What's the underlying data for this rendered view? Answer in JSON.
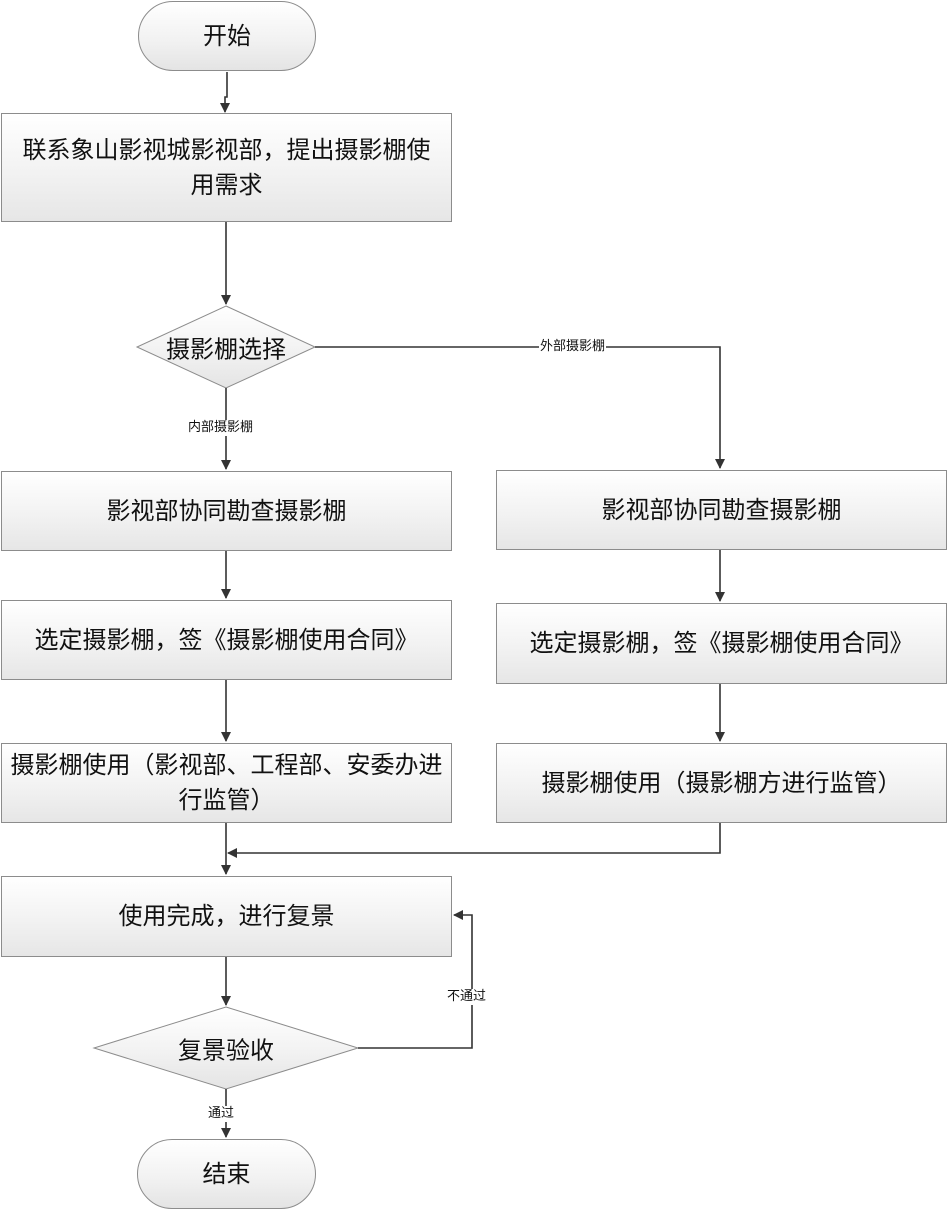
{
  "nodes": {
    "start": "开始",
    "contact": "联系象山影视城影视部，提出摄影棚使用需求",
    "decision_studio": "摄影棚选择",
    "inner_survey": "影视部协同勘查摄影棚",
    "inner_contract": "选定摄影棚，签《摄影棚使用合同》",
    "inner_use": "摄影棚使用（影视部、工程部、安委办进行监管）",
    "outer_survey": "影视部协同勘查摄影棚",
    "outer_contract": "选定摄影棚，签《摄影棚使用合同》",
    "outer_use": "摄影棚使用（摄影棚方进行监管）",
    "restore": "使用完成，进行复景",
    "decision_accept": "复景验收",
    "end": "结束"
  },
  "edge_labels": {
    "external": "外部摄影棚",
    "internal": "内部摄影棚",
    "fail": "不通过",
    "pass": "通过"
  }
}
